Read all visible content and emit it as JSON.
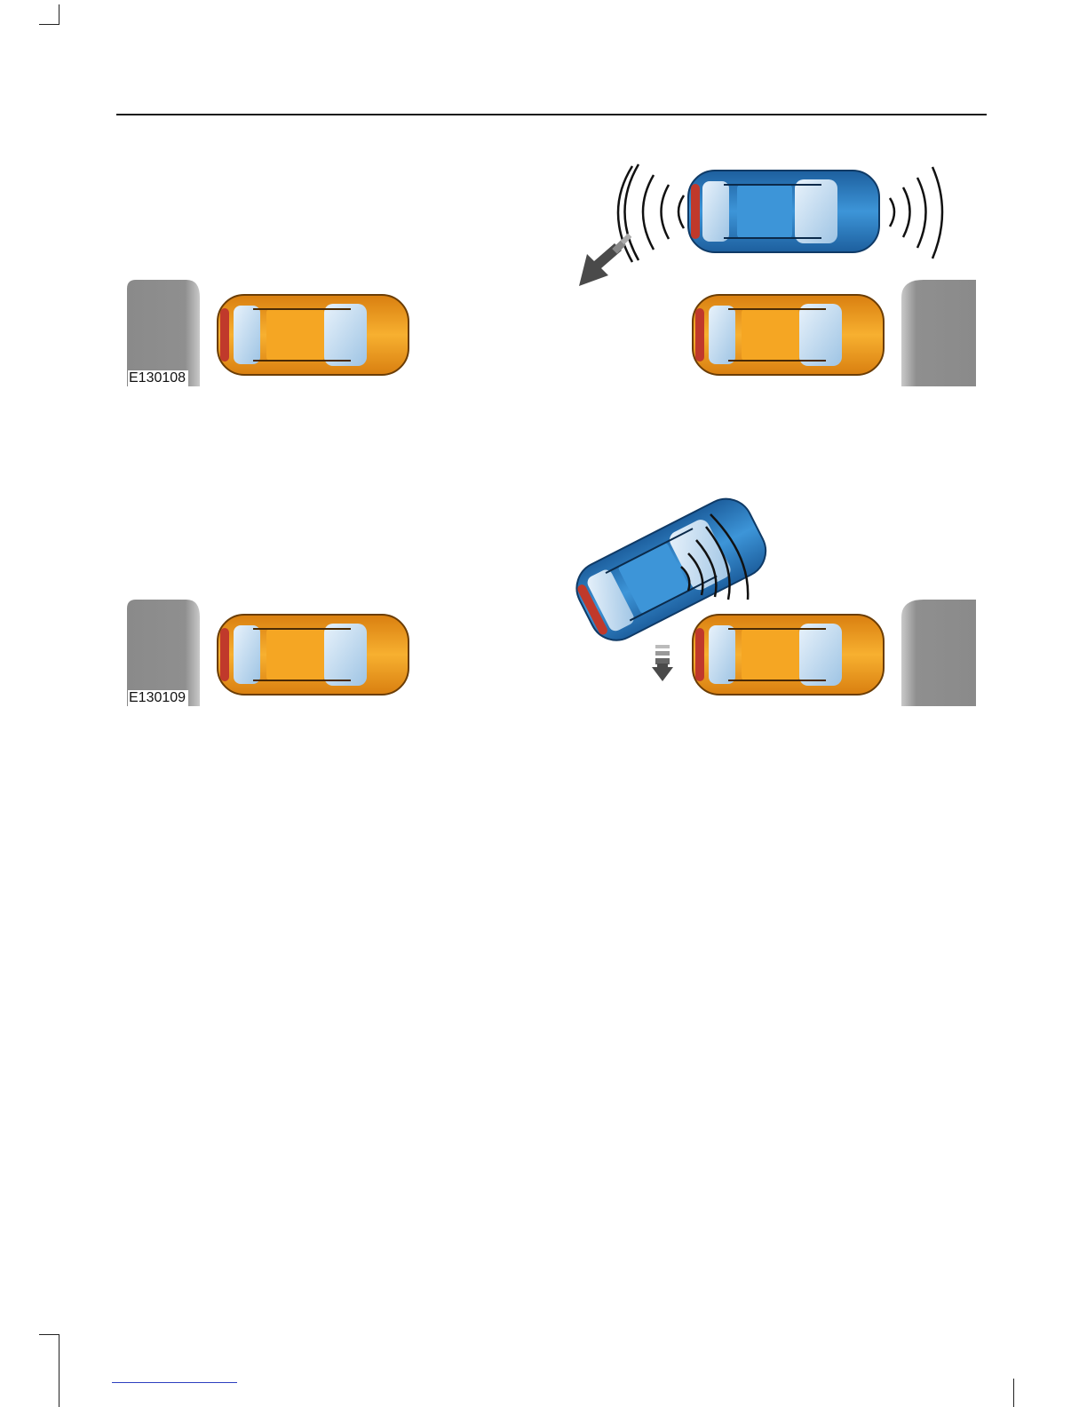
{
  "figures": [
    {
      "id": "top",
      "label": "E130108",
      "cars": [
        "parked-car-left",
        "parked-car-right",
        "moving-car"
      ]
    },
    {
      "id": "bottom",
      "label": "E130109",
      "cars": [
        "parked-car-left",
        "parked-car-right",
        "moving-car"
      ]
    }
  ],
  "colors": {
    "parked_car": "#f5a623",
    "moving_car": "#2a83c9",
    "curb": "#8c8c8c",
    "rule": "#1a1a1a",
    "link": "#2d3fbf"
  },
  "icons": {
    "sensor_waves": "sound-waves-icon",
    "direction_arrow": "arrow-icon"
  }
}
